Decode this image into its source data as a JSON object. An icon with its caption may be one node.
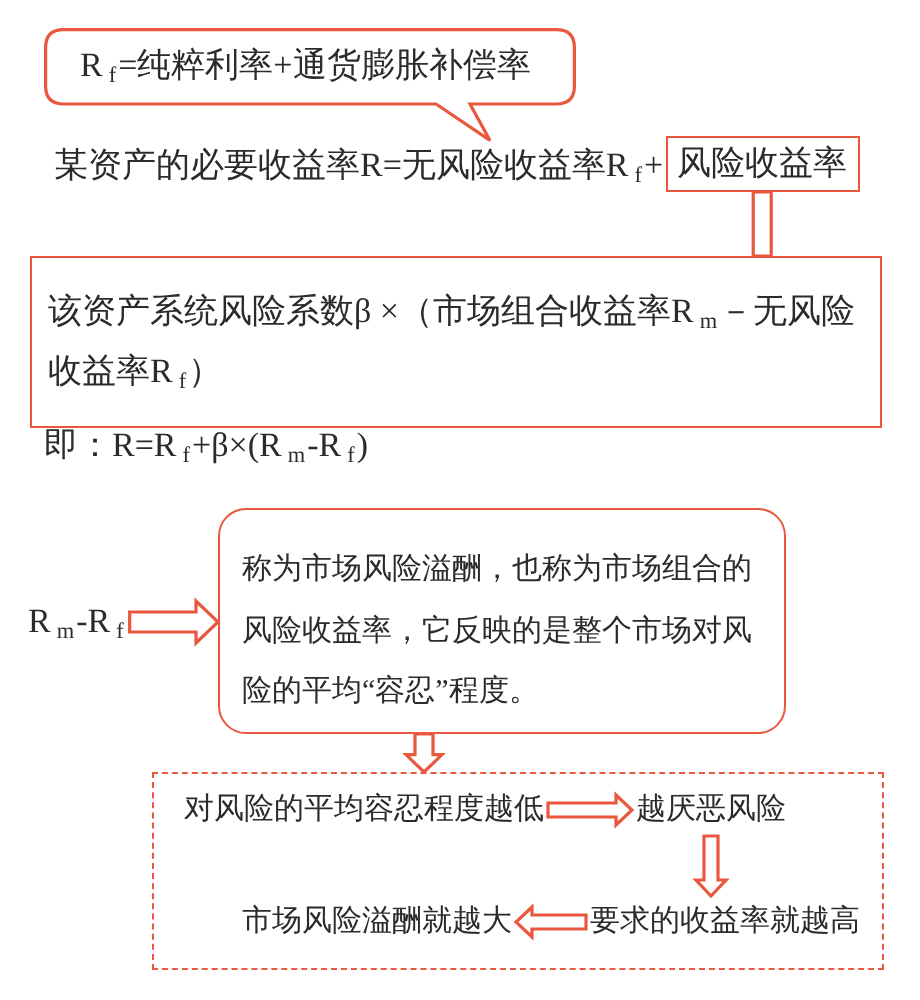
{
  "diagram": {
    "nodes": [
      {
        "text": [
          "R$_{f}$=纯粹利率+通货膨胀补偿率"
        ]
      },
      {
        "text": [
          "风险收益率"
        ]
      },
      {
        "text": [
          "该资产系统风险系数β ×（市场组合收益率R$_{m}$－无风险收益率R$_{f}$）"
        ]
      },
      {
        "text": [
          "R$_{m}$-R$_{f}$"
        ]
      },
      {
        "text": [
          "称为市场风险溢酬，也称为市场组合的风险收益率，它反映的是整个市场对风险的平均“容忍”程度。"
        ]
      },
      {
        "text": [],
        "shape": "box"
      },
      {
        "text": [
          "对风险的平均容忍程度越低"
        ],
        "in": 5
      },
      {
        "text": [
          "越厌恶风险"
        ],
        "in": 5
      },
      {
        "text": [
          "市场风险溢酬就越大"
        ],
        "in": 5
      },
      {
        "text": [
          "要求的收益率就越高"
        ],
        "in": 5
      }
    ],
    "edges": [
      {
        "from": 1,
        "to": 2,
        "arrow": "none"
      },
      {
        "from": 3,
        "to": 4,
        "arrow": "to"
      },
      {
        "from": 4,
        "to": 5,
        "arrow": "to"
      },
      {
        "from": 6,
        "to": 7,
        "arrow": "to"
      },
      {
        "from": 7,
        "to": 9,
        "arrow": "to"
      },
      {
        "from": 9,
        "to": 8,
        "arrow": "to"
      }
    ],
    "labels": [
      "某资产的必要收益率R=无风险收益率R$_{f}$+",
      "即：R=R$_{f}$+β×(R$_{m}$-R$_{f}$)"
    ]
  }
}
